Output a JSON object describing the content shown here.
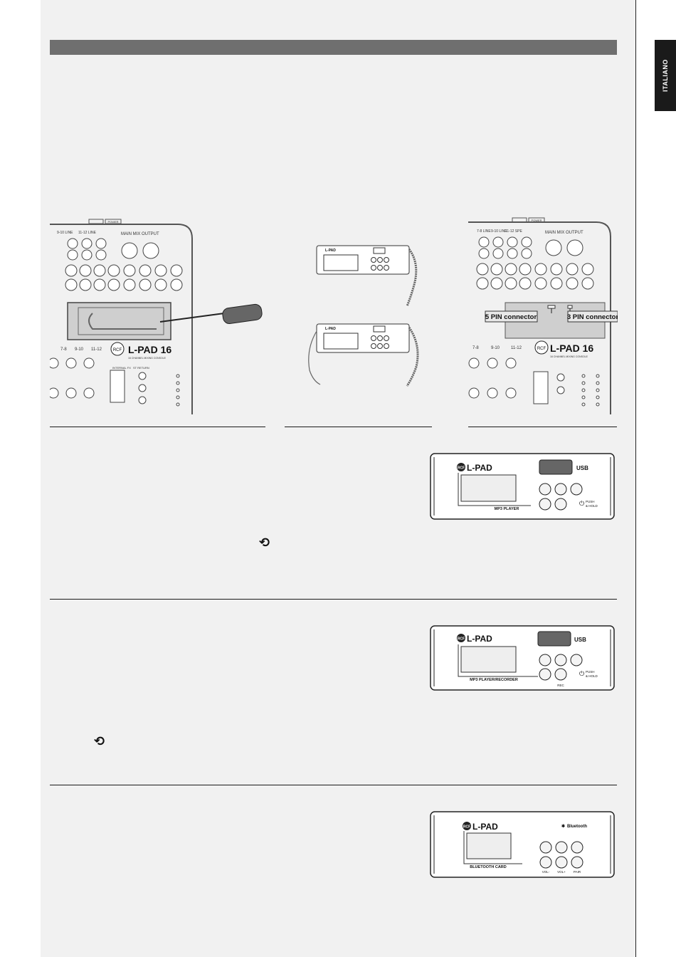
{
  "sidebar": {
    "language_tab": "ITALIANO"
  },
  "console": {
    "brand_logo": "RCF",
    "model": "L-PAD 16",
    "subtitle": "16 CHANNEL MIXING CONSOLE",
    "main_mix_output": "MAIN MIX OUTPUT",
    "power_label": "POWER",
    "channel_groups": [
      "7-8",
      "9-10",
      "11-12"
    ],
    "jack_labels": [
      "9-10 LINE",
      "11-12 LINE",
      "7-8 LINE",
      "9-10 LINE",
      "11-12 SPE"
    ],
    "connector_5pin": "5 PIN connector",
    "connector_3pin": "3 PIN connector",
    "internal_fx": "INTERNAL FX",
    "st_return": "ST RETURN"
  },
  "cards": {
    "brand": "L-PAD",
    "usb_label": "USB",
    "bluetooth_label": "Bluetooth",
    "push_hold": [
      "PUSH",
      "& HOLD"
    ],
    "mp3_player": {
      "name": "MP3 PLAYER"
    },
    "mp3_recorder": {
      "name": "MP3 PLAYER/RECORDER",
      "rec_label": "REC"
    },
    "bluetooth": {
      "name": "BLUETOOTH CARD",
      "button_labels": [
        "VOL-",
        "VOL+",
        "PAIR"
      ]
    }
  },
  "icons": {
    "repeat": "⟲"
  }
}
